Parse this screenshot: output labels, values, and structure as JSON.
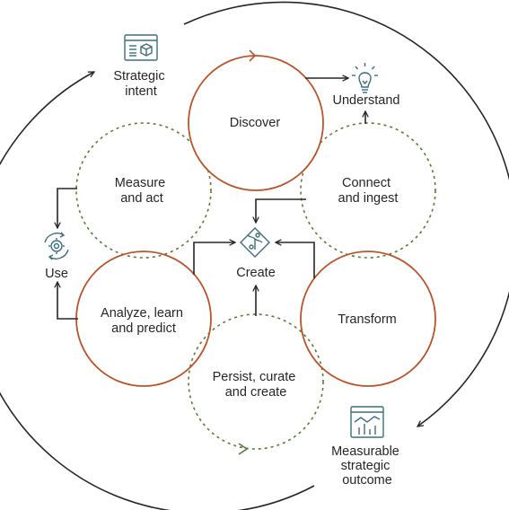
{
  "colors": {
    "solid_circle": "#b4562f",
    "dashed_circle": "#5a7a3a",
    "arrow": "#262626",
    "icon_teal": "#3d6e7a",
    "text": "#262626",
    "background": "#ffffff"
  },
  "stages": {
    "discover": "Discover",
    "connect": [
      "Connect",
      "and ingest"
    ],
    "transform": "Transform",
    "persist": [
      "Persist, curate",
      "and create"
    ],
    "analyze": [
      "Analyze, learn",
      "and predict"
    ],
    "measure": [
      "Measure",
      "and act"
    ]
  },
  "outcomes": {
    "strategic_intent": [
      "Strategic",
      "intent"
    ],
    "understand": "Understand",
    "use": "Use",
    "create": "Create",
    "measurable_outcome": [
      "Measurable",
      "strategic",
      "outcome"
    ]
  },
  "icons": {
    "strategic_intent": "dashboard-cube-icon",
    "understand": "lightbulb-icon",
    "use": "gear-cycle-icon",
    "create": "puzzle-icon",
    "measurable_outcome": "bar-chart-report-icon"
  }
}
